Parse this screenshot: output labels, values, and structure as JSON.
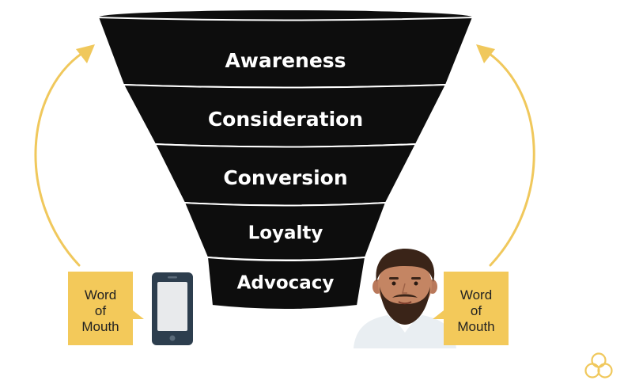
{
  "funnel": {
    "stages": [
      {
        "label": "Awareness"
      },
      {
        "label": "Consideration"
      },
      {
        "label": "Conversion"
      },
      {
        "label": "Loyalty"
      },
      {
        "label": "Advocacy"
      }
    ],
    "fill_color": "#0d0d0d",
    "divider_color": "#ffffff"
  },
  "word_of_mouth_left": {
    "lines": [
      "Word",
      "of",
      "Mouth"
    ]
  },
  "word_of_mouth_right": {
    "lines": [
      "Word",
      "of",
      "Mouth"
    ]
  },
  "colors": {
    "accent_yellow": "#f3c95a",
    "arrow_yellow": "#f0c85c",
    "phone_body": "#2d3e4e",
    "phone_screen": "#e8eaec",
    "logo_stroke": "#f0c85c"
  },
  "icons": {
    "phone": "smartphone-icon",
    "person": "bearded-man-avatar",
    "logo": "trefoil-logo-icon"
  }
}
